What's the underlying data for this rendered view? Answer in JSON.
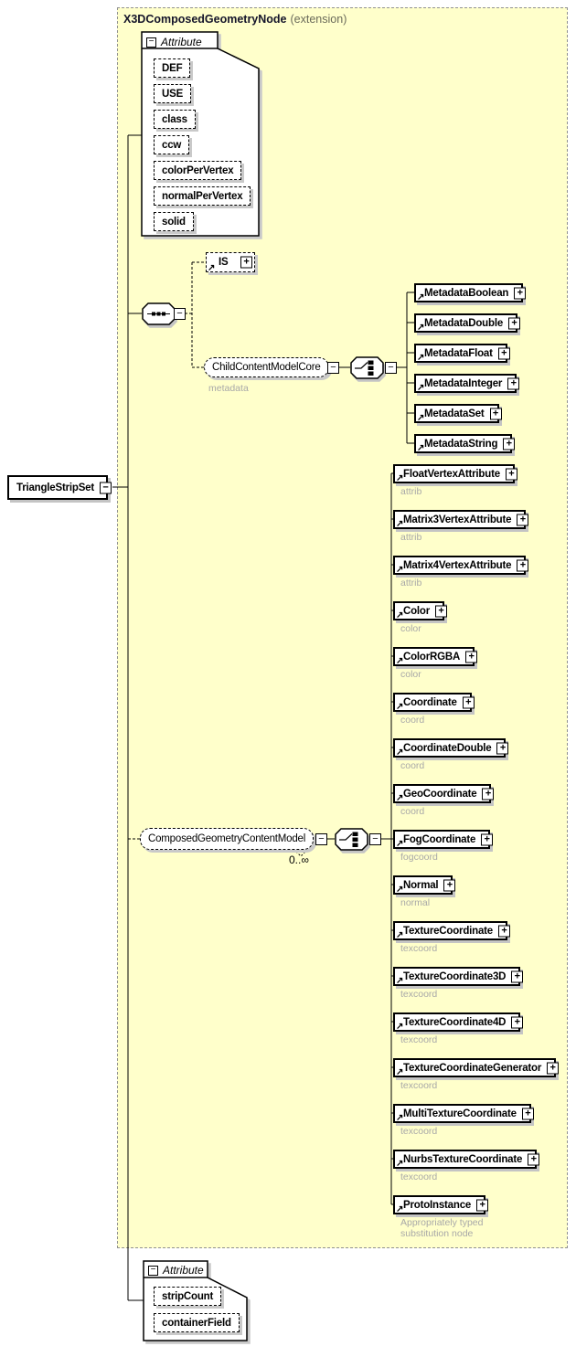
{
  "icons": {
    "plus": "+",
    "minus": "−",
    "arrow": "↗"
  },
  "region": {
    "title": "X3DComposedGeometryNode",
    "suffix": "(extension)"
  },
  "root": {
    "label": "TriangleStripSet"
  },
  "attributes_top": {
    "header": "Attribute",
    "items": [
      "DEF",
      "USE",
      "class",
      "ccw",
      "colorPerVertex",
      "normalPerVertex",
      "solid"
    ]
  },
  "attributes_bottom": {
    "header": "Attribute",
    "items": [
      "stripCount",
      "containerField"
    ]
  },
  "is_node": {
    "label": "IS"
  },
  "child_content": {
    "label": "ChildContentModelCore",
    "sublabel": "metadata"
  },
  "metadata_choice": [
    "MetadataBoolean",
    "MetadataDouble",
    "MetadataFloat",
    "MetadataInteger",
    "MetadataSet",
    "MetadataString"
  ],
  "composed_model": {
    "label": "ComposedGeometryContentModel",
    "multiplicity": "0..∞"
  },
  "geometry_choice": [
    {
      "label": "FloatVertexAttribute",
      "sublabel": "attrib"
    },
    {
      "label": "Matrix3VertexAttribute",
      "sublabel": "attrib"
    },
    {
      "label": "Matrix4VertexAttribute",
      "sublabel": "attrib"
    },
    {
      "label": "Color",
      "sublabel": "color"
    },
    {
      "label": "ColorRGBA",
      "sublabel": "color"
    },
    {
      "label": "Coordinate",
      "sublabel": "coord"
    },
    {
      "label": "CoordinateDouble",
      "sublabel": "coord"
    },
    {
      "label": "GeoCoordinate",
      "sublabel": "coord"
    },
    {
      "label": "FogCoordinate",
      "sublabel": "fogcoord"
    },
    {
      "label": "Normal",
      "sublabel": "normal"
    },
    {
      "label": "TextureCoordinate",
      "sublabel": "texcoord"
    },
    {
      "label": "TextureCoordinate3D",
      "sublabel": "texcoord"
    },
    {
      "label": "TextureCoordinate4D",
      "sublabel": "texcoord"
    },
    {
      "label": "TextureCoordinateGenerator",
      "sublabel": "texcoord"
    },
    {
      "label": "MultiTextureCoordinate",
      "sublabel": "texcoord"
    },
    {
      "label": "NurbsTextureCoordinate",
      "sublabel": "texcoord"
    },
    {
      "label": "ProtoInstance",
      "sublabel": "Appropriately typed substitution node"
    }
  ],
  "colors": {
    "region_bg": "#ffffcb",
    "region_border": "#919191",
    "muted_label": "#a8a8a8"
  }
}
